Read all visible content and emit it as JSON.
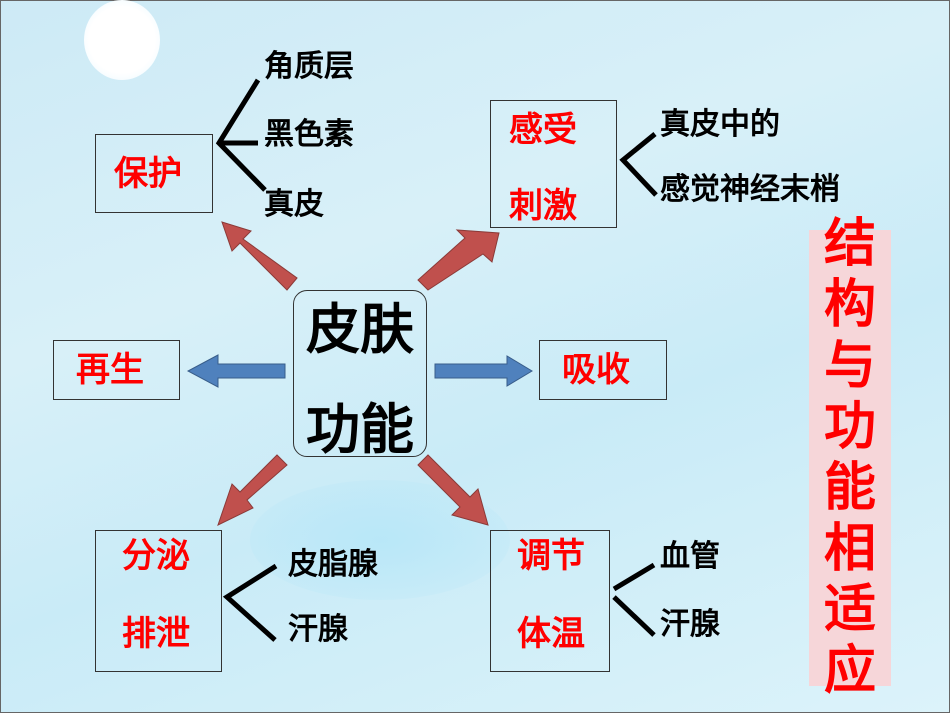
{
  "center": {
    "line1": "皮肤",
    "line2": "功能"
  },
  "protect": {
    "label": "保护",
    "items": [
      "角质层",
      "黑色素",
      "真皮"
    ]
  },
  "sense": {
    "line1": "感受",
    "line2": "刺激",
    "items": [
      "真皮中的",
      "感觉神经末梢"
    ]
  },
  "regen": {
    "label": "再生"
  },
  "absorb": {
    "label": "吸收"
  },
  "secrete": {
    "line1": "分泌",
    "line2": "排泄",
    "items": [
      "皮脂腺",
      "汗腺"
    ]
  },
  "regulate": {
    "line1": "调节",
    "line2": "体温",
    "items": [
      "血管",
      "汗腺"
    ]
  },
  "conclusion": {
    "chars": [
      "结",
      "构",
      "与",
      "功",
      "能",
      "相",
      "适",
      "应"
    ]
  },
  "colors": {
    "red_arrow": "#c0504d",
    "blue_arrow": "#4f81bd",
    "accent_text": "#ff0000",
    "conclusion_bg": "#f6d6d9"
  }
}
